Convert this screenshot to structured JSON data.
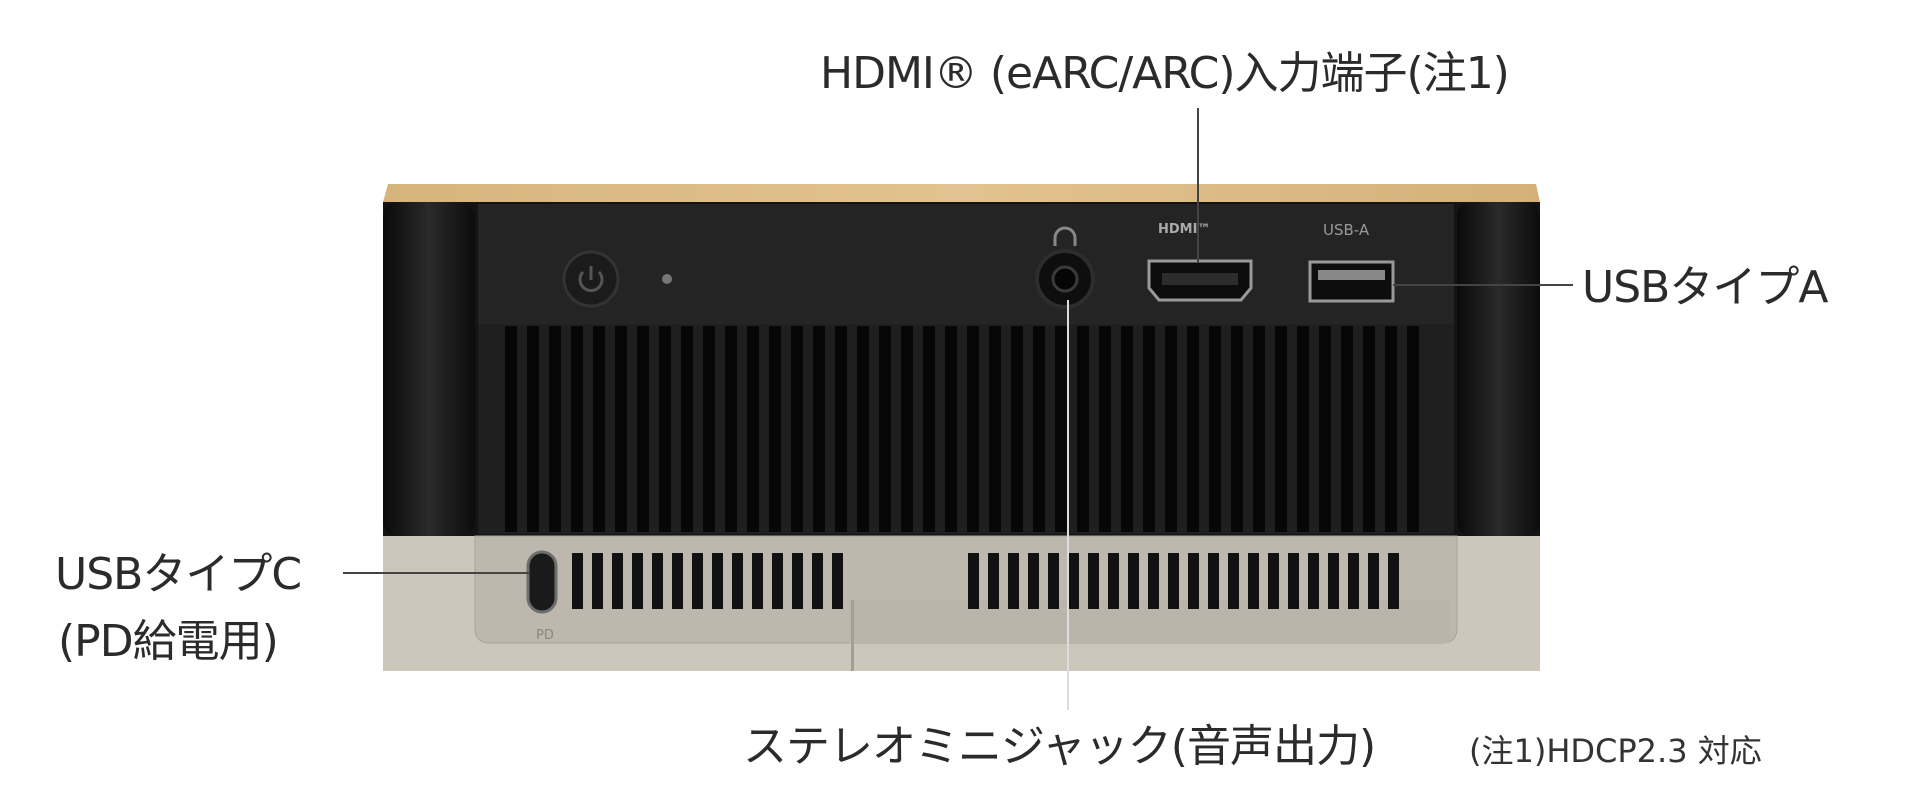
{
  "labels": {
    "hdmi": "HDMI® (eARC/ARC)入力端子(注1)",
    "usb_a": "USBタイプA",
    "usb_c_line1": "USBタイプC",
    "usb_c_line2": "(PD給電用)",
    "stereo": "ステレオミニジャック(音声出力)",
    "note": "(注1)HDCP2.3 対応"
  },
  "device_markings": {
    "hdmi_logo": "HDMI™",
    "usb_a": "USB-A",
    "pd": "PD"
  },
  "colors": {
    "wood": "#d9b77e",
    "body_black": "#151515",
    "panel": "#232323",
    "fabric": "#cfc8bd",
    "plate": "#bcb6ad",
    "leader": "#444444"
  }
}
